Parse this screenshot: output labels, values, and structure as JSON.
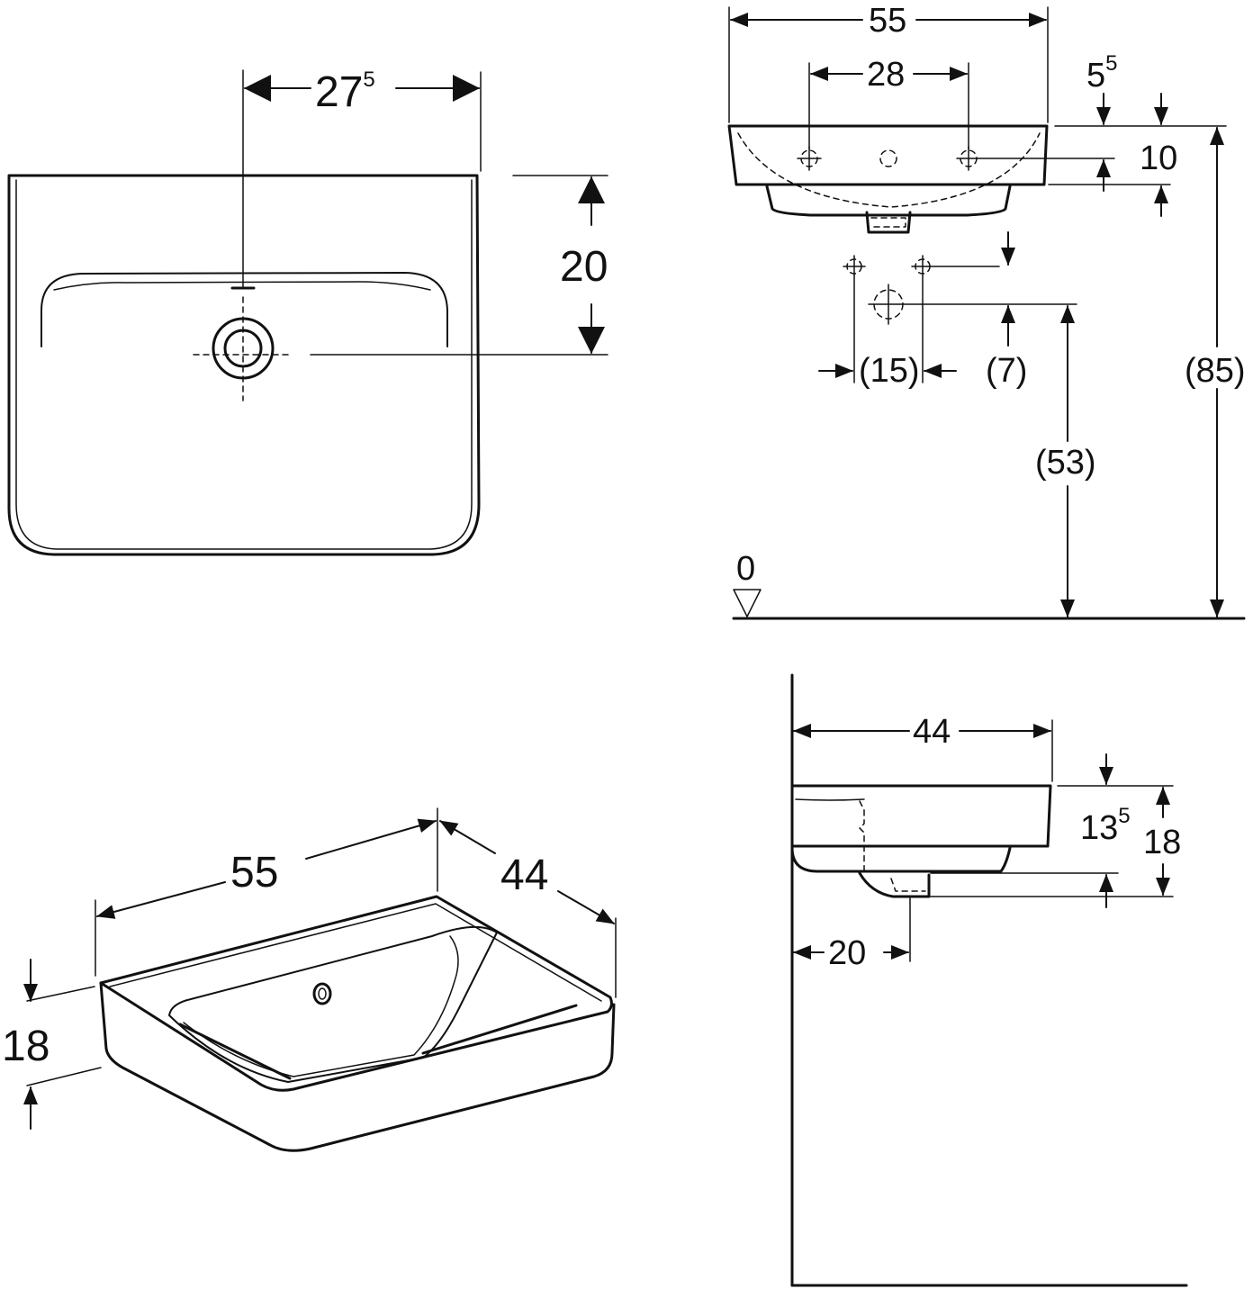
{
  "colors": {
    "line": "#111111",
    "background": "#ffffff"
  },
  "views": {
    "top": {
      "width_main": "27",
      "width_sup": "5",
      "depth": "20"
    },
    "front": {
      "width": "55",
      "tap_spacing": "28",
      "rim_main": "5",
      "rim_sup": "5",
      "rim_height": "10",
      "pipe_spacing": "(15)",
      "pipe_offset": "(7)",
      "drain_height": "(53)",
      "total_height": "(85)",
      "floor_level": "0"
    },
    "perspective": {
      "width": "55",
      "depth": "44",
      "height": "18"
    },
    "side": {
      "depth": "44",
      "inner_main": "13",
      "inner_sup": "5",
      "height": "18",
      "drain_offset": "20"
    }
  }
}
